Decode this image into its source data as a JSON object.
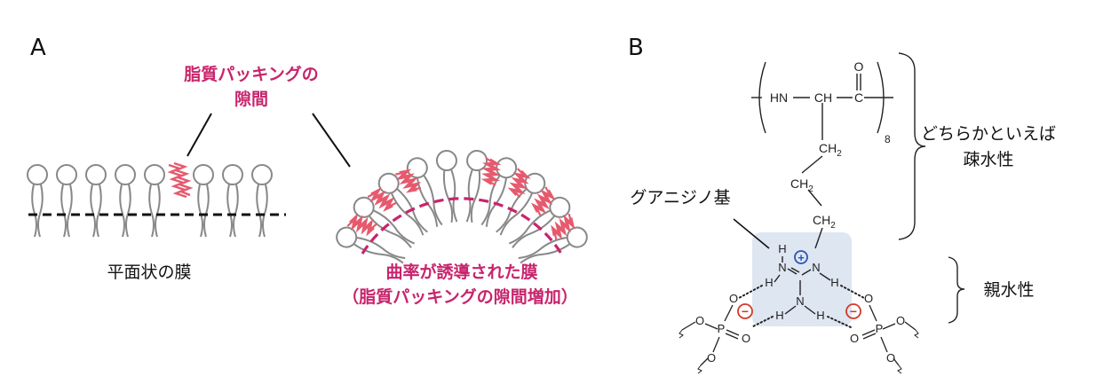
{
  "panel_a": {
    "letter": "A",
    "gap_label_line1": "脂質パッキングの",
    "gap_label_line2": "隙間",
    "flat_label": "平面状の膜",
    "curved_label_line1": "曲率が誘導された膜",
    "curved_label_line2": "（脂質パッキングの隙間増加）"
  },
  "panel_b": {
    "letter": "B",
    "backbone_hn": "HN",
    "backbone_ch": "CH",
    "backbone_c": "C",
    "backbone_o": "O",
    "repeat_n": "8",
    "ch2_1": "CH",
    "ch2_2": "CH",
    "ch2_3": "CH",
    "sub2": "2",
    "hydrophobic_line1": "どちらかといえば",
    "hydrophobic_line2": "疎水性",
    "guanidino_label": "グアニジノ基",
    "hydrophilic_label": "親水性",
    "atom_h": "H",
    "atom_n": "N",
    "atom_o": "O",
    "atom_p": "P",
    "plus_sign": "+",
    "minus_sign": "−"
  },
  "colors": {
    "accent_magenta": "#c8246c",
    "lipid_gap_pink": "#e65a6e",
    "guanidino_box": "#dde6f1",
    "plus_blue": "#2a55b8",
    "minus_red": "#d23a2a",
    "lipid_grey": "#888888"
  }
}
